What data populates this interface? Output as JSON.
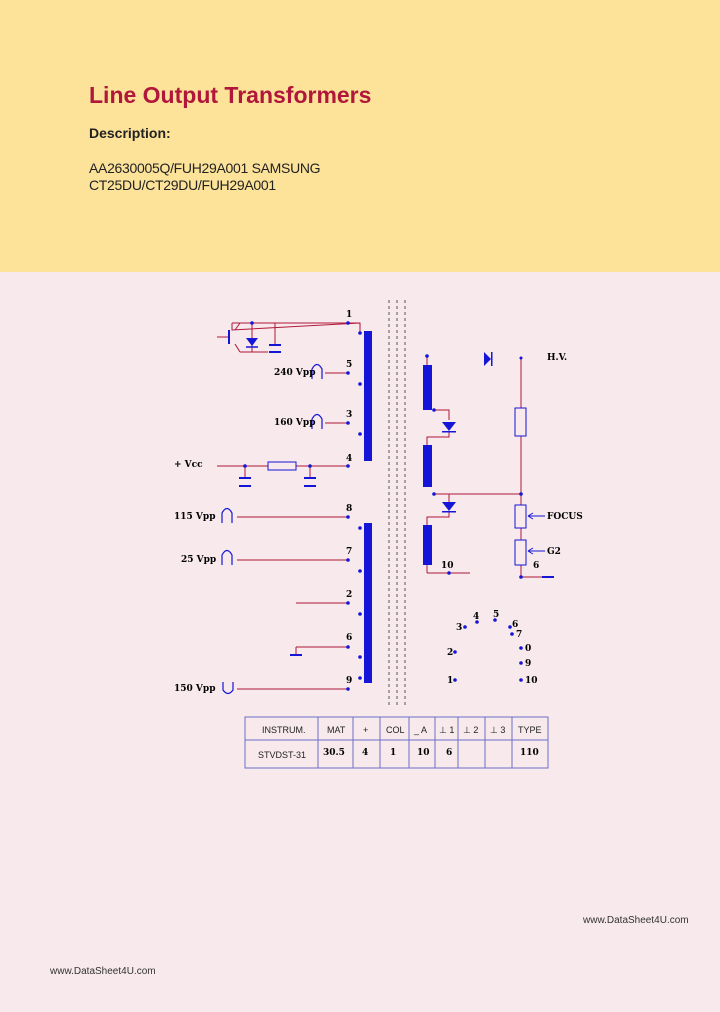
{
  "header": {
    "title": "Line Output Transformers",
    "description_label": "Description:",
    "line1": "AA2630005Q/FUH29A001 SAMSUNG",
    "line2": "CT25DU/CT29DU/FUH29A001"
  },
  "diagram": {
    "left_labels": {
      "v240": "240  Vpp",
      "v160": "160  Vpp",
      "vcc": "+  Vcc",
      "v115": "115  Vpp",
      "v25": "25  Vpp",
      "v150": "150  Vpp"
    },
    "left_pins": [
      "1",
      "5",
      "3",
      "4",
      "8",
      "7",
      "2",
      "6",
      "9"
    ],
    "right_labels": {
      "hv": "H.V.",
      "focus": "FOCUS",
      "g2": "G2",
      "pin10": "10",
      "pin6": "6"
    },
    "socket_pins": [
      "4",
      "5",
      "3",
      "6",
      "7",
      "2",
      "0",
      "9",
      "1",
      "10"
    ]
  },
  "spec_table": {
    "headers": [
      "INSTRUM.",
      "MAT",
      "+",
      "COL",
      "_ A",
      "⊥ 1",
      "⊥ 2",
      "⊥ 3",
      "TYPE"
    ],
    "row": [
      "STVDST-31",
      "30.5",
      "4",
      "1",
      "10",
      "6",
      "",
      "",
      "110"
    ]
  },
  "footer": {
    "right": "www.DataSheet4U.com",
    "left": "www.DataSheet4U.com"
  },
  "colors": {
    "header_bg": "#FDE39A",
    "page_bg": "#F7E9EC",
    "title": "#B0173A",
    "coil": "#1515D8",
    "wire": "#B0173A",
    "dot": "#1515D8"
  }
}
